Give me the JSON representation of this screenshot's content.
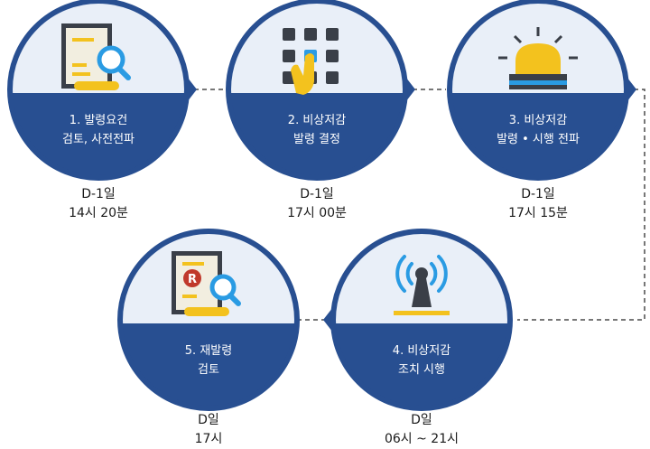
{
  "colors": {
    "navy": "#284f91",
    "light_blue": "#e9eff8",
    "yellow": "#f3c21e",
    "paper": "#f2eee0",
    "dark_gray": "#3a3f48",
    "red": "#c0392b",
    "bright_blue": "#2a9be3",
    "connector": "#4a4a4a"
  },
  "steps": [
    {
      "icon": "document-search-icon",
      "title_line1": "1. 발령요건",
      "title_line2": "검토, 사전전파",
      "day": "D-1일",
      "time": "14시 20분"
    },
    {
      "icon": "keypad-press-icon",
      "title_line1": "2. 비상저감",
      "title_line2": "발령 결정",
      "day": "D-1일",
      "time": "17시 00분"
    },
    {
      "icon": "siren-light-icon",
      "title_line1": "3. 비상저감",
      "title_line2": "발령 • 시행 전파",
      "day": "D-1일",
      "time": "17시 15분"
    },
    {
      "icon": "broadcast-antenna-icon",
      "title_line1": "4. 비상저감",
      "title_line2": "조치 시행",
      "day": "D일",
      "time": "06시 ~ 21시"
    },
    {
      "icon": "review-document-icon",
      "title_line1": "5. 재발령",
      "title_line2": "검토",
      "day": "D일",
      "time": "17시"
    }
  ]
}
